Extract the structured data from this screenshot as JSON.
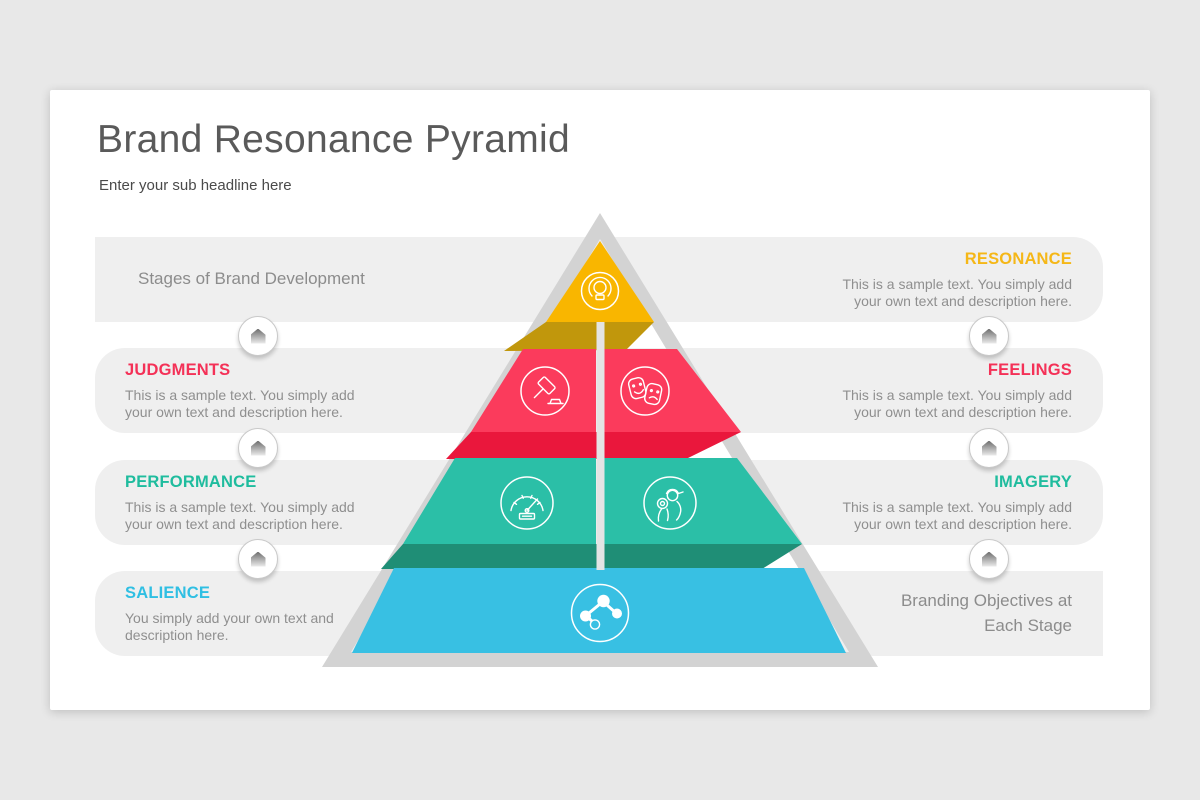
{
  "title": "Brand Resonance Pyramid",
  "subtitle": "Enter your sub headline here",
  "rows": [
    {
      "left": {
        "label": "Stages of Brand Development"
      },
      "right": {
        "label": "RESONANCE",
        "color": "#F5B717",
        "body": "This is a sample text. You simply add your own text and description here."
      }
    },
    {
      "left": {
        "label": "JUDGMENTS",
        "color": "#F43157",
        "body": "This is a sample text. You simply add your own text and description here."
      },
      "right": {
        "label": "FEELINGS",
        "color": "#F43157",
        "body": "This is a sample text. You simply add your own text and description here."
      }
    },
    {
      "left": {
        "label": "PERFORMANCE",
        "color": "#1FBC9E",
        "body": "This is a sample text. You simply add your own text and description here."
      },
      "right": {
        "label": "IMAGERY",
        "color": "#1FBC9E",
        "body": "This is a sample text. You simply add your own text and description here."
      }
    },
    {
      "left": {
        "label": "SALIENCE",
        "color": "#2FBFE3",
        "body": "You simply add your own text and description here."
      },
      "right": {
        "label": "Branding Objectives at Each Stage"
      }
    }
  ],
  "pyramid": {
    "frame_color": "#D3D3D3",
    "divider_color": "#E4E4E4",
    "icon_color": "#FFFFFF",
    "levels": [
      {
        "name": "Resonance",
        "color": "#F9B600",
        "fold_color": "#C1970C",
        "icon": "lightbulb-icon"
      },
      {
        "name": "Judgments / Feelings",
        "color": "#FB3B5C",
        "fold_color": "#EA173C",
        "icons": "gavel-icon, theater-masks-icon"
      },
      {
        "name": "Performance / Imagery",
        "color": "#2BBFA7",
        "fold_color": "#1F8E76",
        "icons": "gauge-icon, photographer-icon"
      },
      {
        "name": "Salience",
        "color": "#38C0E3",
        "icon": "share-nodes-icon"
      }
    ]
  },
  "band_color": "#EFEFEF",
  "arrow_icon": "up-arrow-icon"
}
